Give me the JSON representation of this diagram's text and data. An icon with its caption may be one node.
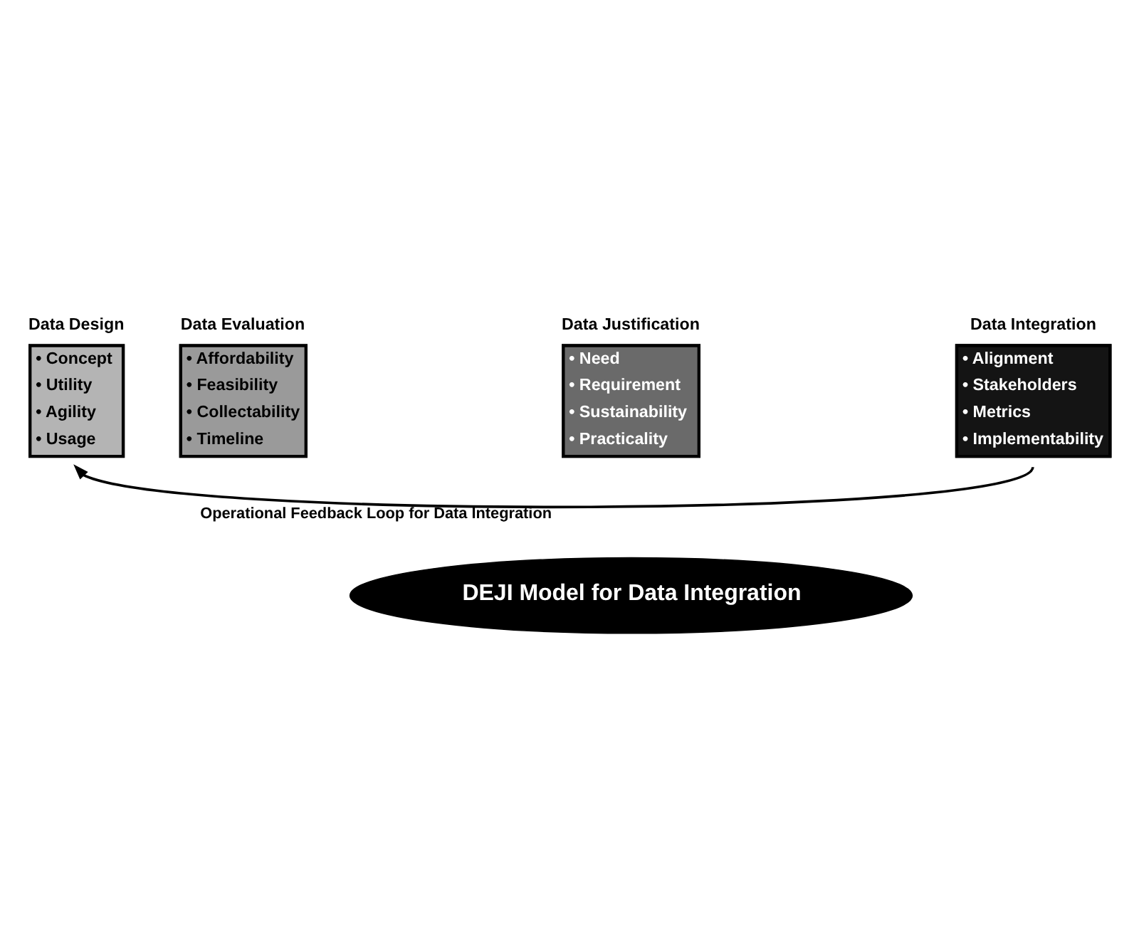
{
  "diagram": {
    "nodes": [
      {
        "text": [
          "DEJI Model for Data Integration"
        ]
      },
      {
        "text": [
          "Data Design",
          "• Concept",
          "• Utility",
          "• Agility",
          "• Usage"
        ]
      },
      {
        "text": [
          "Data Evaluation",
          "• Affordability",
          "• Feasibility",
          "• Collectability",
          "• Timeline"
        ]
      },
      {
        "text": [
          "Data Justification",
          "• Need",
          "• Requirement",
          "• Sustainability",
          "• Practicality"
        ]
      },
      {
        "text": [
          "Data Integration",
          "• Alignment",
          "• Stakeholders",
          "• Metrics",
          "• Implementability"
        ]
      }
    ],
    "edges": [
      {
        "from": 4,
        "to": 1,
        "arrow": "to",
        "label": "Operational Feedback Loop for Data Integration"
      }
    ]
  }
}
